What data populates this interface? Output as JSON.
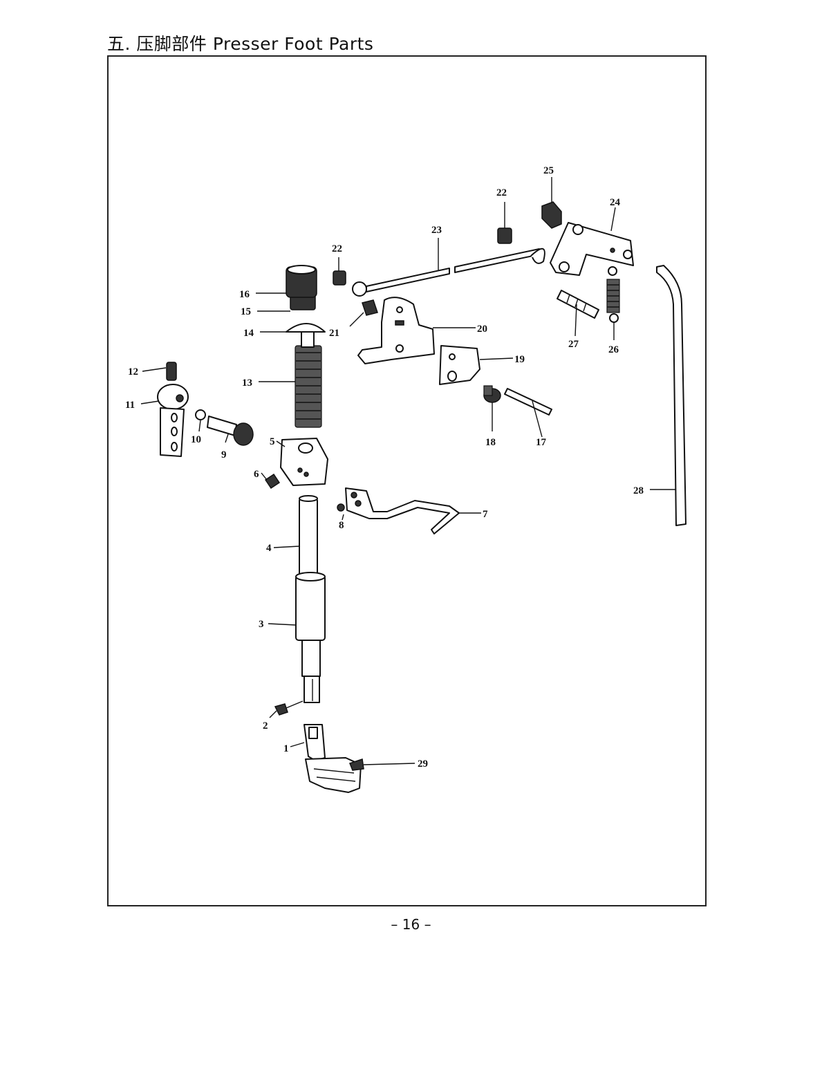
{
  "header": {
    "title": "五. 压脚部件 Presser Foot Parts"
  },
  "footer": {
    "page_number": "– 16 –"
  },
  "diagram": {
    "callouts": [
      "1",
      "2",
      "3",
      "4",
      "5",
      "6",
      "7",
      "8",
      "9",
      "10",
      "11",
      "12",
      "13",
      "14",
      "15",
      "16",
      "17",
      "18",
      "19",
      "20",
      "21",
      "22",
      "22",
      "23",
      "24",
      "25",
      "26",
      "27",
      "28",
      "29"
    ]
  }
}
